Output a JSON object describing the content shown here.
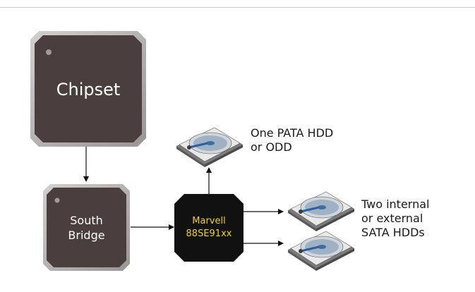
{
  "chipset": {
    "label": "Chipset"
  },
  "south_bridge": {
    "line1": "South",
    "line2": "Bridge"
  },
  "controller": {
    "line1": "Marvell",
    "line2": "88SE91xx"
  },
  "pata_caption": {
    "line1": "One PATA HDD",
    "line2": "or ODD"
  },
  "sata_caption": {
    "line1": "Two internal",
    "line2": "or external",
    "line3": "SATA HDDs"
  },
  "colors": {
    "chip_body": "#4a3e3e",
    "chip_border": "#b5b1b1",
    "controller_body": "#111111",
    "controller_text": "#f2d21a",
    "wire": "#111111"
  }
}
